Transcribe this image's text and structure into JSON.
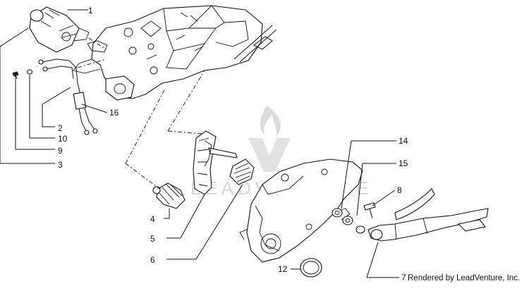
{
  "diagram": {
    "watermark": "LEADVENTURE",
    "credit": "Rendered by LeadVenture, Inc.",
    "callouts": [
      {
        "id": "1",
        "label": "1"
      },
      {
        "id": "2",
        "label": "2"
      },
      {
        "id": "3",
        "label": "3"
      },
      {
        "id": "4",
        "label": "4"
      },
      {
        "id": "5",
        "label": "5"
      },
      {
        "id": "6",
        "label": "6"
      },
      {
        "id": "7",
        "label": "7"
      },
      {
        "id": "8",
        "label": "8"
      },
      {
        "id": "9",
        "label": "9"
      },
      {
        "id": "10",
        "label": "10"
      },
      {
        "id": "12",
        "label": "12"
      },
      {
        "id": "14",
        "label": "14"
      },
      {
        "id": "15",
        "label": "15"
      },
      {
        "id": "16",
        "label": "16"
      }
    ]
  }
}
